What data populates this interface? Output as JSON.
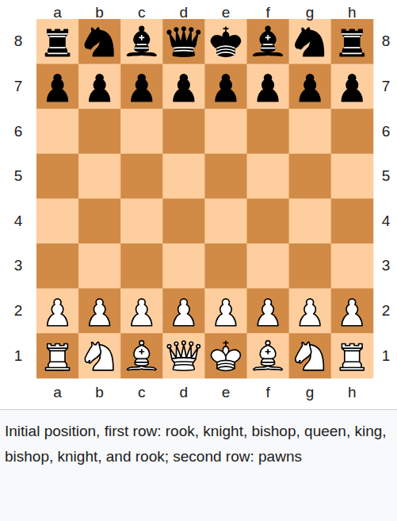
{
  "diagram": {
    "caption": "Initial position, first row: rook, knight, bishop, queen, king, bishop, knight, and rook; second row: pawns",
    "labels": [
      "a",
      "b",
      "c",
      "d",
      "e",
      "f",
      "g",
      "h",
      "8",
      "8",
      "7",
      "7",
      "6",
      "6",
      "5",
      "5",
      "4",
      "4",
      "3",
      "3",
      "2",
      "2",
      "1",
      "1",
      "a",
      "b",
      "c",
      "d",
      "e",
      "f",
      "g",
      "h"
    ]
  }
}
